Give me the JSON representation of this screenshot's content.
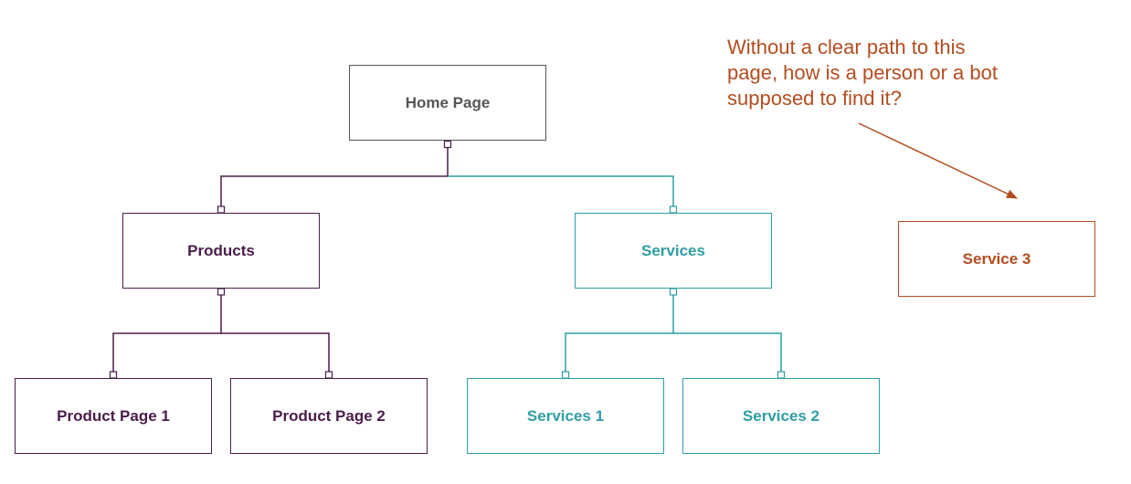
{
  "colors": {
    "home": "#555555",
    "products": "#4a1d4a",
    "services": "#2f9ea3",
    "orphan": "#b34d20"
  },
  "nodes": {
    "home": "Home Page",
    "products": "Products",
    "services": "Services",
    "product_page_1": "Product Page 1",
    "product_page_2": "Product Page 2",
    "services_1": "Services 1",
    "services_2": "Services 2",
    "service_3": "Service 3"
  },
  "annotation": "Without a clear path to this page, how is a person or a bot supposed to find it?"
}
